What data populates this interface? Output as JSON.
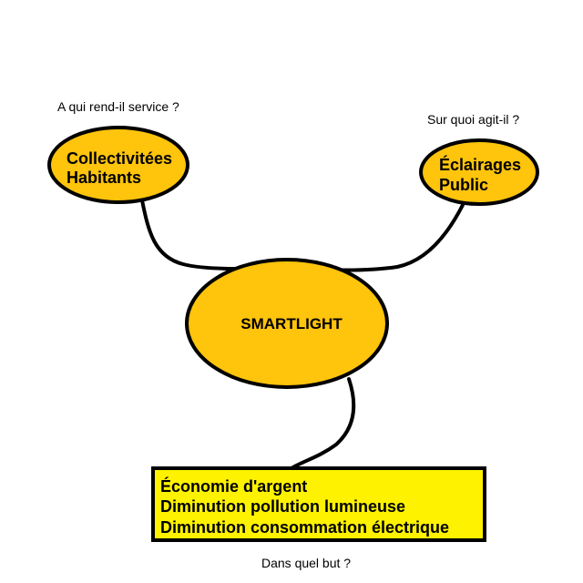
{
  "questions": {
    "who": "A qui rend-il service ?",
    "what": "Sur quoi agit-il ?",
    "why": "Dans quel but ?"
  },
  "nodes": {
    "left": {
      "line1": "Collectivitées",
      "line2": "Habitants"
    },
    "right": {
      "line1": "Éclairages",
      "line2": "Public"
    },
    "center": {
      "label": "SMARTLIGHT"
    },
    "bottom": {
      "line1": "Économie d'argent",
      "line2": "Diminution pollution lumineuse",
      "line3": "Diminution consommation électrique"
    }
  },
  "colors": {
    "ellipse_fill": "#ffc40c",
    "box_fill": "#fff200",
    "stroke": "#000000"
  }
}
